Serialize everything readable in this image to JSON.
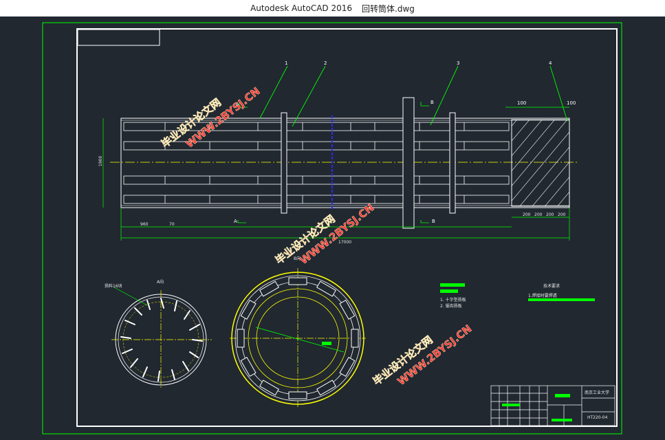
{
  "window": {
    "app_title": "Autodesk AutoCAD 2016",
    "file_name": "回转筒体.dwg"
  },
  "colors": {
    "background": "#212830",
    "frame": "#00ff00",
    "geometry": "#ffffff",
    "centerline": "#ffff00",
    "section_line": "#2a2aff",
    "watermark": "#ff3b3b"
  },
  "drawing": {
    "part_labels": [
      "1",
      "2",
      "3",
      "4"
    ],
    "dimensions": {
      "spacing_left": "100",
      "spacing_right": "100",
      "left_a": "960",
      "left_b": "70",
      "total_length": "17000",
      "diameter": "1900",
      "bottom_segments": [
        "200",
        "200",
        "200",
        "200"
      ]
    },
    "section_marks": {
      "a_top": "A",
      "b_top": "B",
      "a_bottom": "A",
      "b_bottom": "B"
    },
    "section_titles": {
      "left_view": "A向",
      "right_view": "B向"
    },
    "left_view_note": "扬料16块",
    "center_notes": {
      "note1": "1. 十字型扬板",
      "note2": "2. 锯齿扬板"
    },
    "technical_title": "技术要求",
    "technical_req": "1.焊接时要焊透",
    "title_block": {
      "school": "南京工业大学",
      "drawing_number": "HT220-04"
    }
  },
  "watermarks": [
    "毕业设计论文网",
    "WWW.2BYSJ.CN"
  ]
}
